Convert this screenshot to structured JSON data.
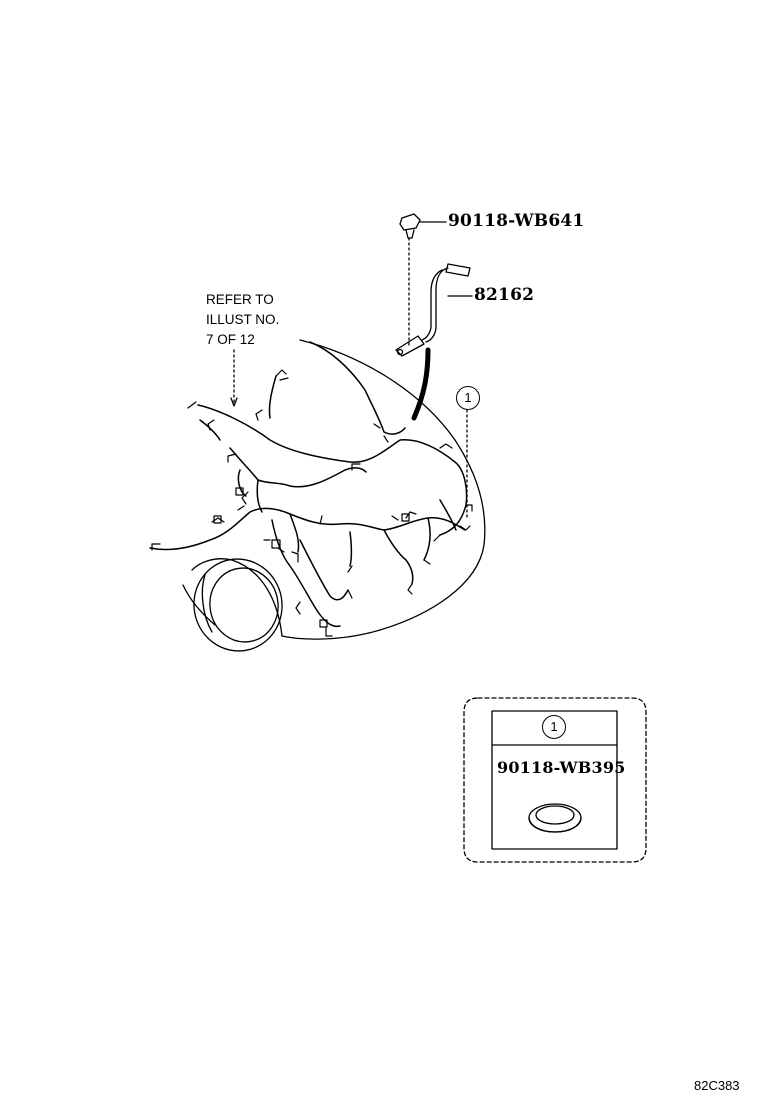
{
  "diagram": {
    "parts": {
      "bolt": "90118-WB641",
      "wire": "82162",
      "clamp": "90118-WB395"
    },
    "refer_note": [
      "REFER TO",
      "ILLUST NO.",
      "7 OF 12"
    ],
    "callout": "1",
    "detail_callout": "1",
    "code": "82C383"
  }
}
